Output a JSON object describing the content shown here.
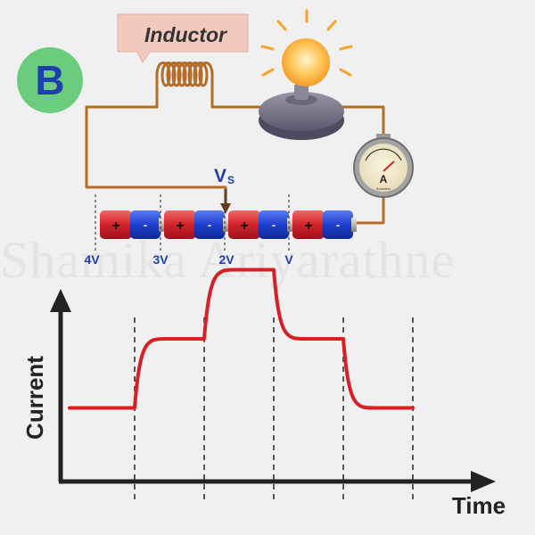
{
  "badge": {
    "letter": "B"
  },
  "inductor": {
    "label": "Inductor"
  },
  "meter": {
    "letter": "A",
    "caption": "Ammeter"
  },
  "source": {
    "label_main": "V",
    "label_sub": "S"
  },
  "battery": {
    "cells": [
      {
        "plus": "+",
        "minus": "-"
      },
      {
        "plus": "+",
        "minus": "-"
      },
      {
        "plus": "+",
        "minus": "-"
      },
      {
        "plus": "+",
        "minus": "-"
      }
    ],
    "tap_labels": [
      "4V",
      "3V",
      "2V",
      "V"
    ]
  },
  "watermark": "Shamika Ariyarathne",
  "chart_data": {
    "type": "line",
    "ylabel": "Current",
    "xlabel": "Time",
    "segments": 5,
    "levels": [
      1,
      2,
      3,
      2,
      1
    ],
    "series": [
      {
        "values": [
          1,
          2,
          3,
          2,
          1
        ]
      }
    ],
    "ylim": [
      0,
      4
    ],
    "series_color": "#d81f26",
    "divider_style": "dashed"
  }
}
